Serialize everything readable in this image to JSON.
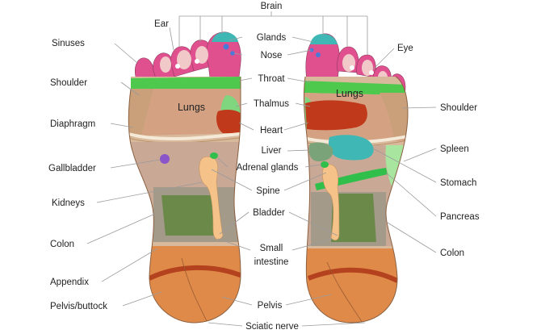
{
  "labels": {
    "brain": "Brain",
    "ear": "Ear",
    "glands": "Glands",
    "nose": "Nose",
    "eye": "Eye",
    "sinuses": "Sinuses",
    "throat": "Throat",
    "shoulder_left": "Shoulder",
    "shoulder_right": "Shoulder",
    "lungs_left": "Lungs",
    "lungs_right": "Lungs",
    "thalmus": "Thalmus",
    "diaphragm": "Diaphragm",
    "heart": "Heart",
    "spleen": "Spleen",
    "liver": "Liver",
    "gallbladder": "Gallbladder",
    "adrenal_glands": "Adrenal glands",
    "stomach": "Stomach",
    "spine": "Spine",
    "kidneys": "Kidneys",
    "pancreas": "Pancreas",
    "bladder": "Bladder",
    "colon_left": "Colon",
    "colon_right": "Colon",
    "small_intestine_1": "Small",
    "small_intestine_2": "intestine",
    "appendix": "Appendix",
    "pelvis_buttock": "Pelvis/buttock",
    "pelvis": "Pelvis",
    "sciatic_nerve": "Sciatic nerve"
  },
  "colors": {
    "toes": "#e0508f",
    "neck_band": "#4ec94e",
    "lung_zone": "#d4a283",
    "shoulder": "#c9a07a",
    "heart": "#c0391b",
    "thalmus": "#7fd67f",
    "mid_zone": "#d9b99c",
    "liver": "#7aa37a",
    "stomach": "#3fb7b5",
    "spleen": "#a8e6a0",
    "spine": "#f5c28a",
    "kidney": "#2fbf4a",
    "intestine": "#6b8a4a",
    "colon_frame": "#a49a8a",
    "heel": "#e08a4a",
    "pelvis_band": "#b5421e",
    "gallbladder": "#8a55c8",
    "sinus_dot": "#4a7ad8"
  }
}
